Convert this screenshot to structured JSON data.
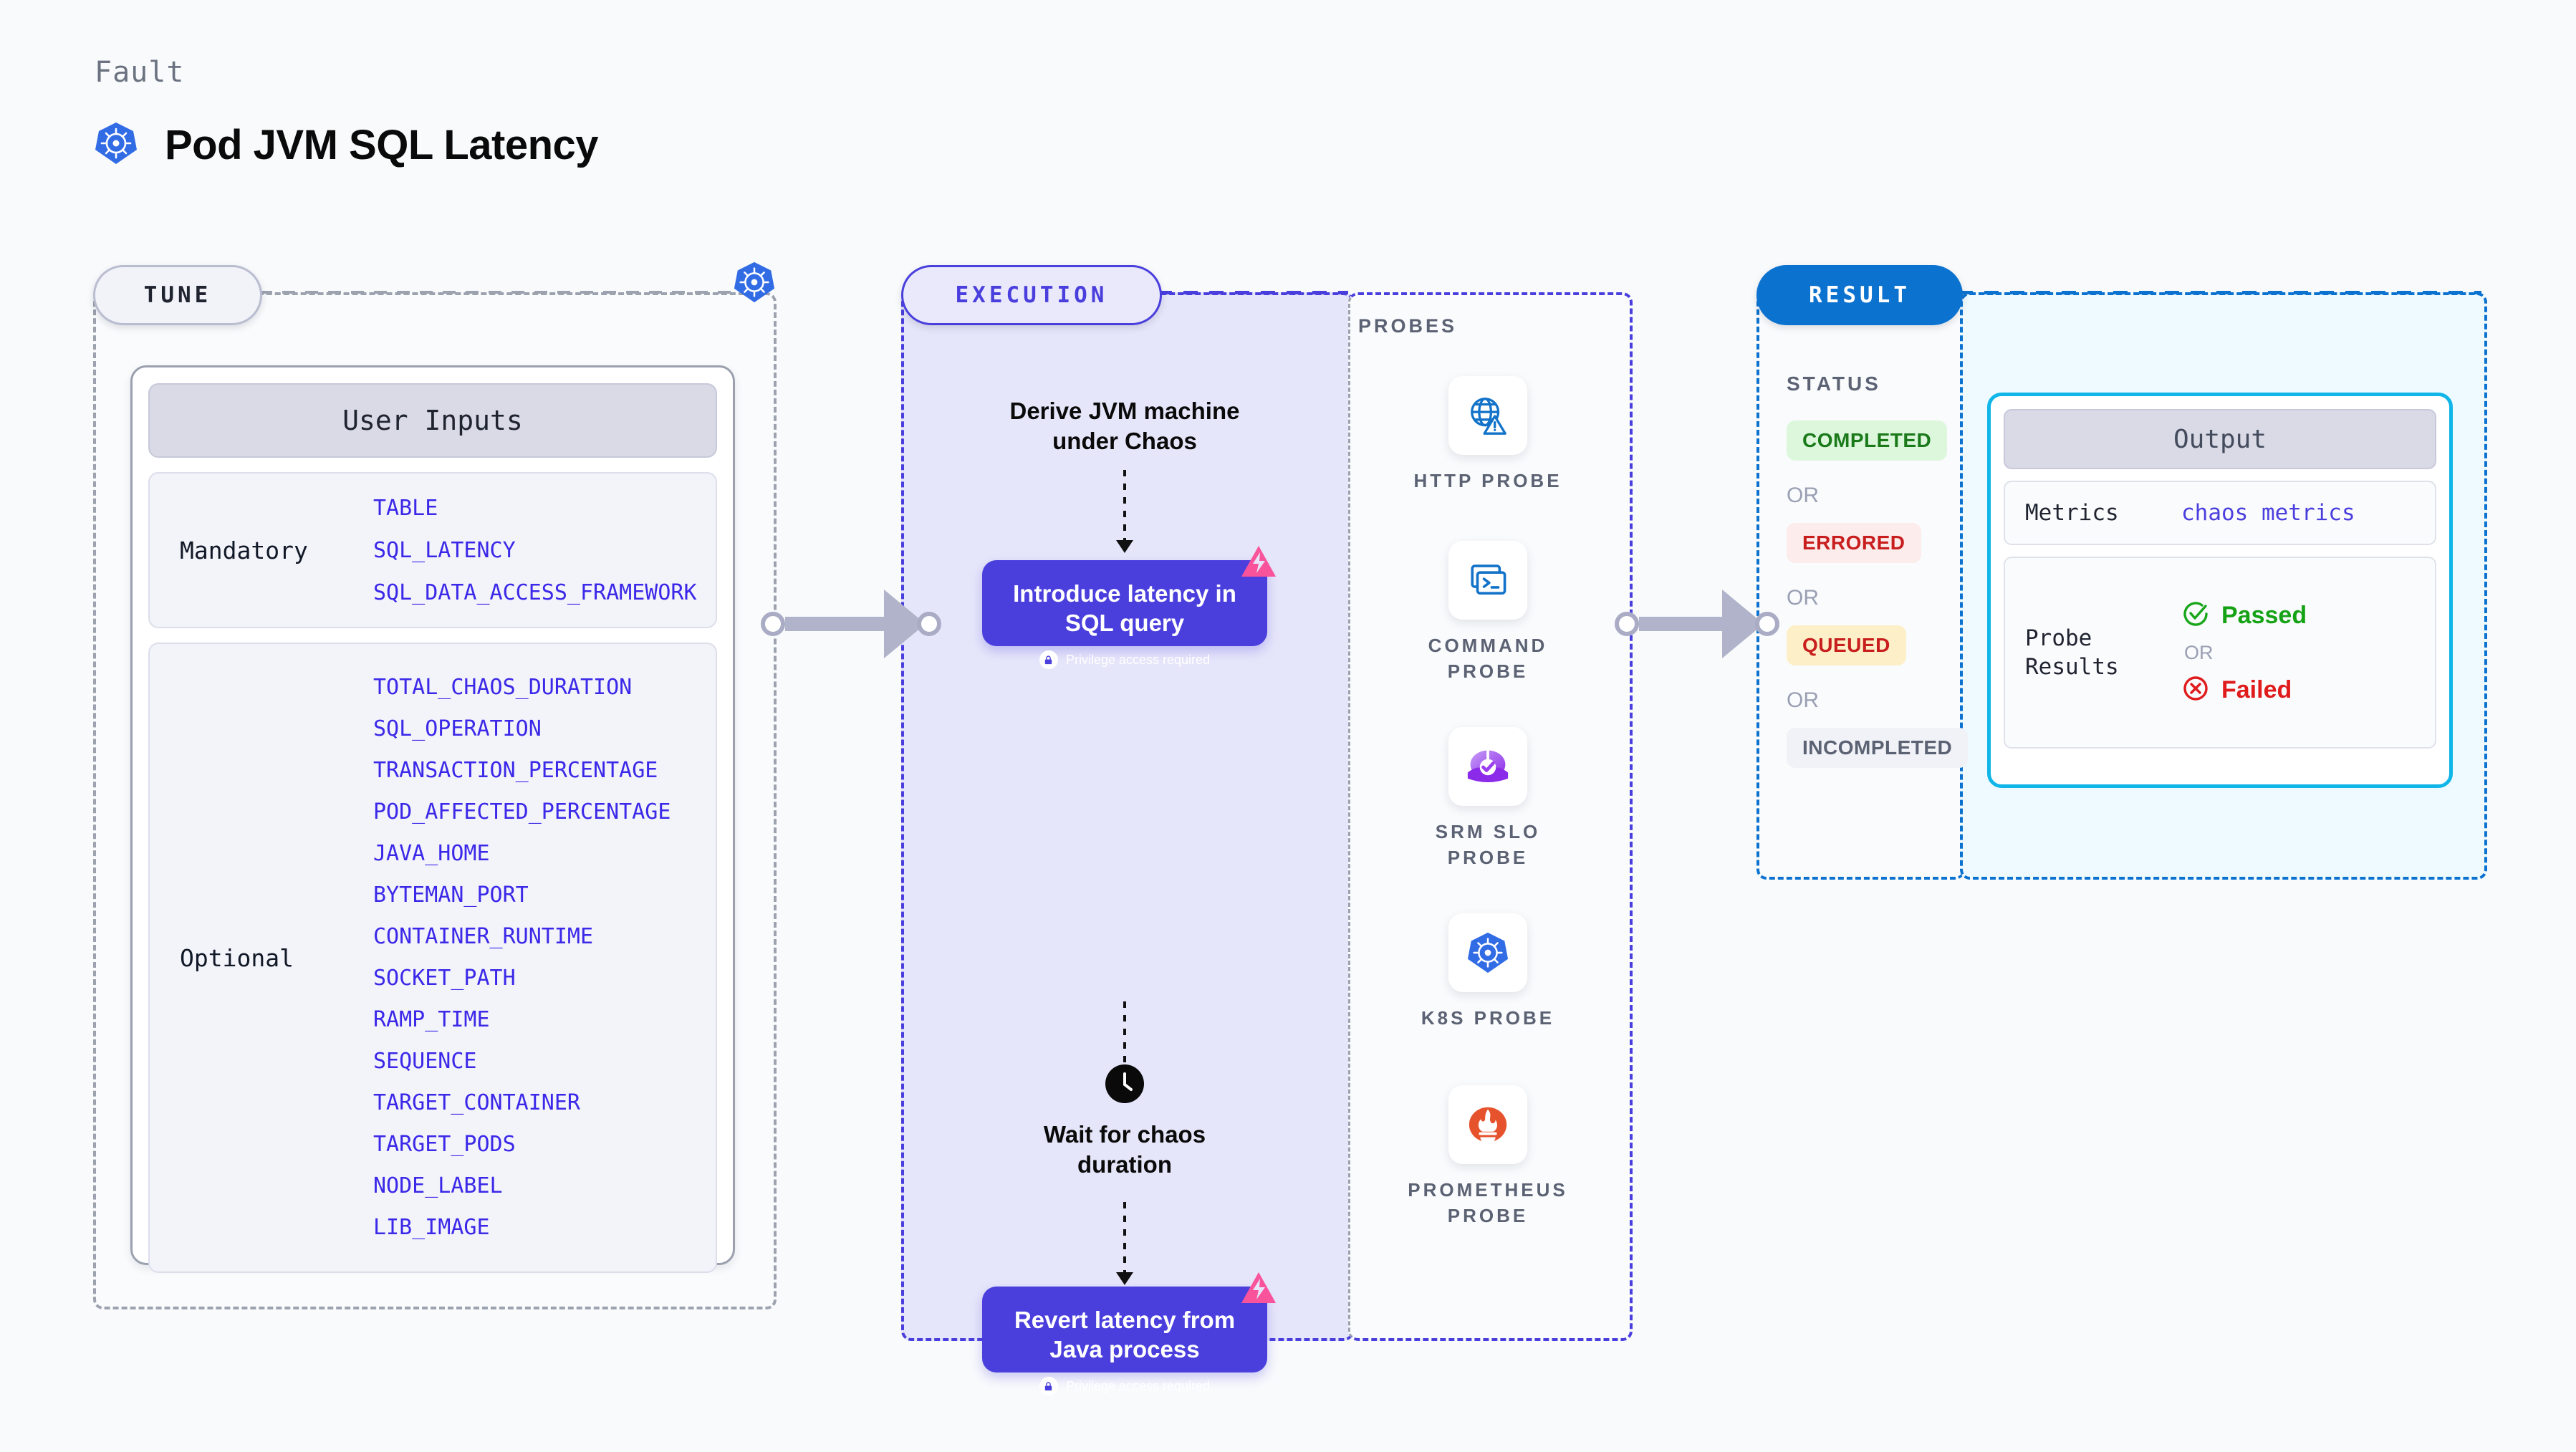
{
  "header": {
    "fault_label": "Fault",
    "title": "Pod JVM SQL Latency",
    "icon": "kubernetes-icon"
  },
  "sections": {
    "tune": {
      "pill_label": "TUNE"
    },
    "execution": {
      "pill_label": "EXECUTION"
    },
    "result": {
      "pill_label": "RESULT"
    }
  },
  "tune": {
    "card_title": "User Inputs",
    "mandatory": {
      "kind_label": "Mandatory",
      "params": [
        "TABLE",
        "SQL_LATENCY",
        "SQL_DATA_ACCESS_FRAMEWORK"
      ]
    },
    "optional": {
      "kind_label": "Optional",
      "params": [
        "TOTAL_CHAOS_DURATION",
        "SQL_OPERATION",
        "TRANSACTION_PERCENTAGE",
        "POD_AFFECTED_PERCENTAGE",
        "JAVA_HOME",
        "BYTEMAN_PORT",
        "CONTAINER_RUNTIME",
        "SOCKET_PATH",
        "RAMP_TIME",
        "SEQUENCE",
        "TARGET_CONTAINER",
        "TARGET_PODS",
        "NODE_LABEL",
        "LIB_IMAGE"
      ]
    }
  },
  "execution": {
    "step1_text": "Derive JVM machine\nunder Chaos",
    "step1_line1": "Derive JVM machine",
    "step1_line2": "under Chaos",
    "card1": {
      "title_line1": "Introduce latency in",
      "title_line2": "SQL query",
      "note": "Privilege access required",
      "badge_icon": "litmus-chaos-icon",
      "lock_icon": "lock-icon"
    },
    "wait_line1": "Wait for chaos",
    "wait_line2": "duration",
    "wait_icon": "clock-icon",
    "card2": {
      "title_line1": "Revert latency from",
      "title_line2": "Java process",
      "note": "Privilege access required",
      "badge_icon": "litmus-chaos-icon",
      "lock_icon": "lock-icon"
    }
  },
  "probes": {
    "title": "PROBES",
    "items": [
      {
        "label_line1": "HTTP PROBE",
        "label_line2": "",
        "icon": "globe-warning-icon"
      },
      {
        "label_line1": "COMMAND",
        "label_line2": "PROBE",
        "icon": "terminal-icon"
      },
      {
        "label_line1": "SRM SLO",
        "label_line2": "PROBE",
        "icon": "srm-slo-icon"
      },
      {
        "label_line1": "K8S PROBE",
        "label_line2": "",
        "icon": "kubernetes-icon"
      },
      {
        "label_line1": "PROMETHEUS",
        "label_line2": "PROBE",
        "icon": "prometheus-icon"
      }
    ]
  },
  "result": {
    "status_title": "STATUS",
    "or_label": "OR",
    "statuses": [
      {
        "label": "COMPLETED"
      },
      {
        "label": "ERRORED"
      },
      {
        "label": "QUEUED"
      },
      {
        "label": "INCOMPLETED"
      }
    ],
    "output": {
      "header": "Output",
      "metrics_key": "Metrics",
      "metrics_value": "chaos metrics",
      "probe_key_line1": "Probe",
      "probe_key_line2": "Results",
      "passed_label": "Passed",
      "failed_label": "Failed",
      "or_label": "OR",
      "passed_icon": "check-circle-icon",
      "failed_icon": "x-circle-icon"
    }
  },
  "colors": {
    "accent_purple": "#4a3fdd",
    "accent_blue": "#0b72cf",
    "accent_cyan": "#10b6e8",
    "param_blue": "#3b28e8",
    "pink_badge": "#f9539b",
    "success_green": "#15a215",
    "error_red": "#e01b1b",
    "queued_amber": "#fdefc7"
  }
}
